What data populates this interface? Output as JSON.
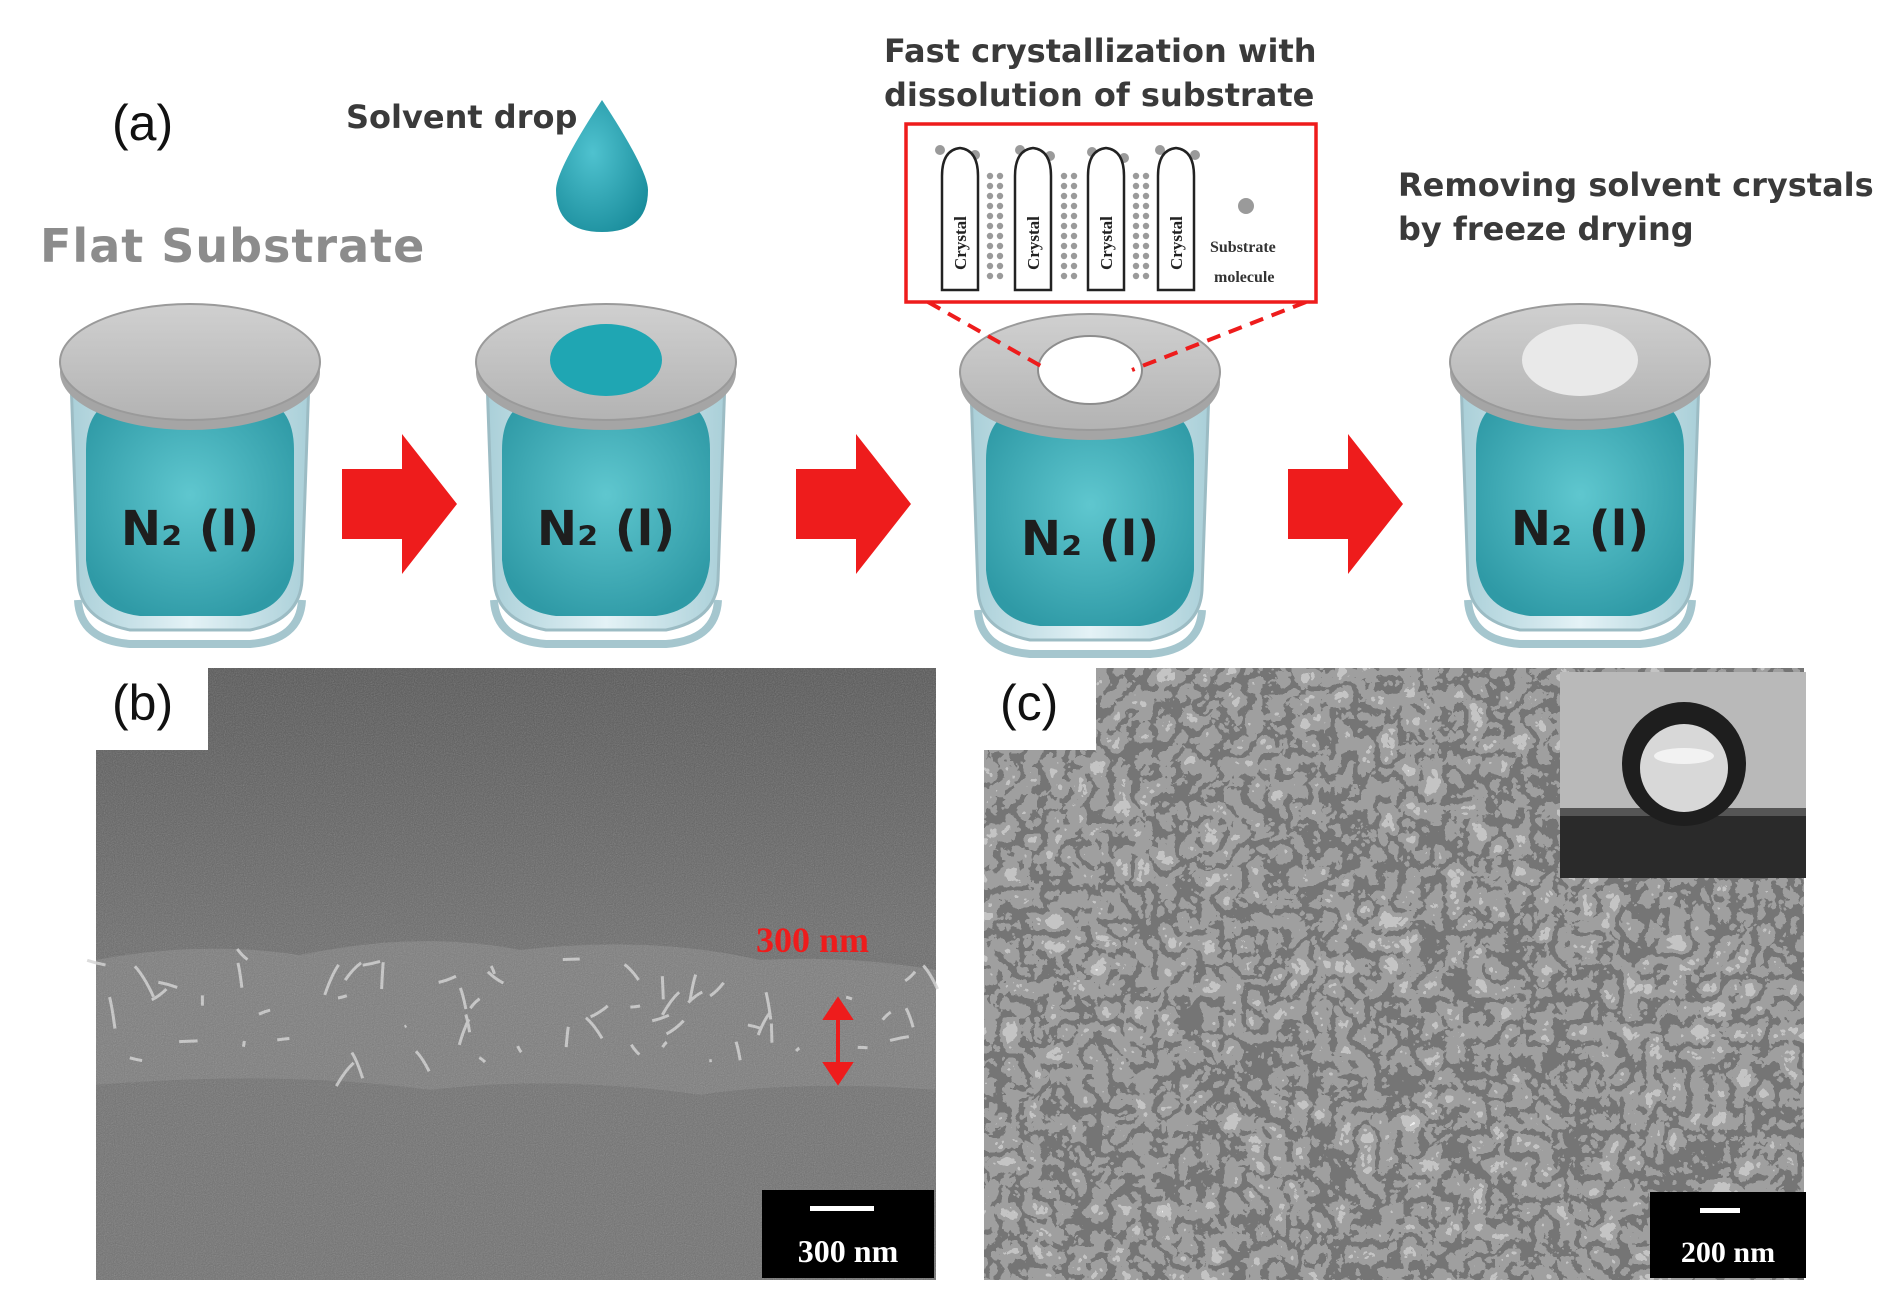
{
  "panels": {
    "a": {
      "letter": "(a)",
      "flat_substrate": "Flat Substrate",
      "solvent_drop": "Solvent drop",
      "crystallization_line1": "Fast crystallization with",
      "crystallization_line2": "dissolution of substrate",
      "crystal_label": "Crystal",
      "substrate_molecule_line1": "Substrate",
      "substrate_molecule_line2": "molecule",
      "removing_line1": "Removing solvent crystals",
      "removing_line2": "by freeze drying",
      "n2_label": "N₂ (l)"
    },
    "b": {
      "letter": "(b)",
      "thickness_label": "300 nm",
      "scale_bar": "300 nm"
    },
    "c": {
      "letter": "(c)",
      "scale_bar": "200 nm"
    }
  },
  "colors": {
    "arrow": "#ee1c1c",
    "liquid_nitrogen": "#3fb6bf",
    "substrate": "#bdbdbd",
    "solvent": "#1fa6b3"
  }
}
